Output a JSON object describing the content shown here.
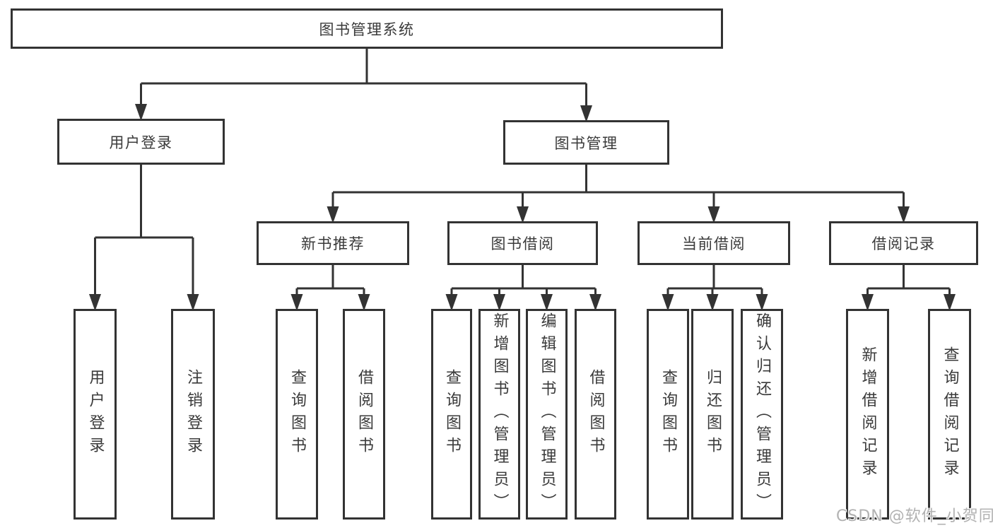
{
  "diagram": {
    "title": "图书管理系统",
    "nodes": [
      {
        "id": "root",
        "label": "图书管理系统"
      },
      {
        "id": "user-login",
        "label": "用户登录"
      },
      {
        "id": "book-mgmt",
        "label": "图书管理"
      },
      {
        "id": "new-book-rec",
        "label": "新书推荐"
      },
      {
        "id": "book-borrow",
        "label": "图书借阅"
      },
      {
        "id": "current-borrow",
        "label": "当前借阅"
      },
      {
        "id": "borrow-records",
        "label": "借阅记录"
      },
      {
        "id": "leaf-user-login",
        "label": "用户登录"
      },
      {
        "id": "leaf-logout",
        "label": "注销登录"
      },
      {
        "id": "leaf-query-book-rec",
        "label": "查询图书"
      },
      {
        "id": "leaf-borrow-book-rec",
        "label": "借阅图书"
      },
      {
        "id": "leaf-query-book-borrow",
        "label": "查询图书"
      },
      {
        "id": "leaf-add-book-admin",
        "label": "新增图书（管理员）"
      },
      {
        "id": "leaf-edit-book-admin",
        "label": "编辑图书（管理员）"
      },
      {
        "id": "leaf-borrow-book-borrow",
        "label": "借阅图书"
      },
      {
        "id": "leaf-query-book-current",
        "label": "查询图书"
      },
      {
        "id": "leaf-return-book",
        "label": "归还图书"
      },
      {
        "id": "leaf-confirm-return-admin",
        "label": "确认归还（管理员）"
      },
      {
        "id": "leaf-add-borrow-record",
        "label": "新增借阅记录"
      },
      {
        "id": "leaf-query-borrow-record",
        "label": "查询借阅记录"
      }
    ]
  },
  "colors": {
    "line": "#333333",
    "border": "#333333",
    "text": "#3a3a3a",
    "box_bg": "#ffffff",
    "watermark": "#b2b2b2"
  },
  "watermark": {
    "text": "CSDN @软件_小贺同学"
  }
}
